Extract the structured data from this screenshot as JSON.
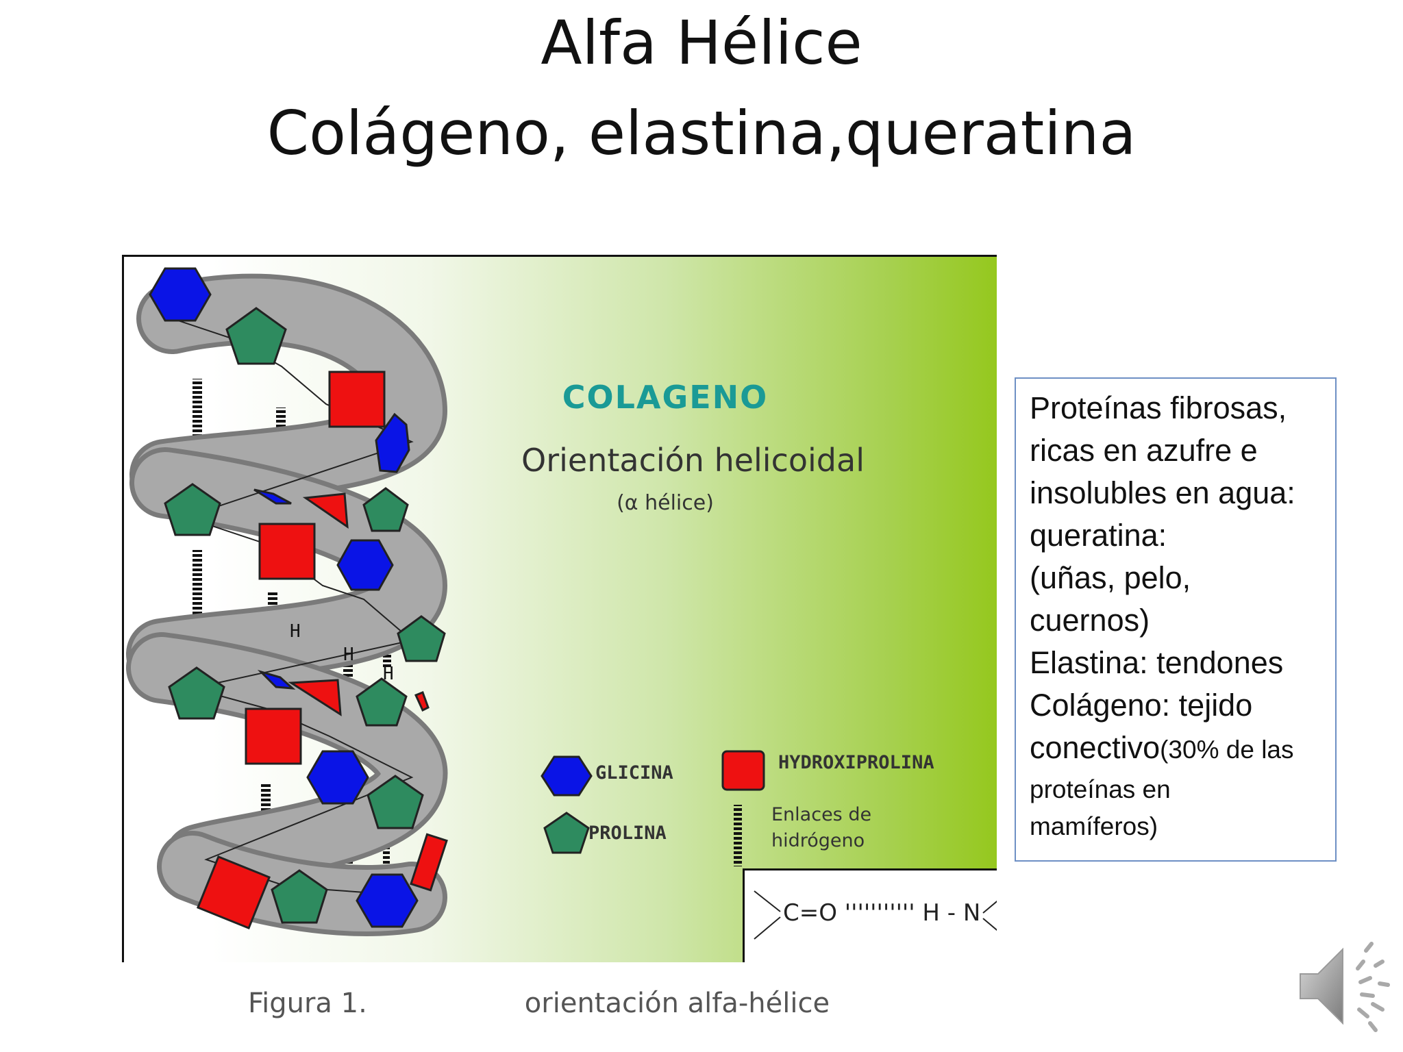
{
  "slide": {
    "title_line1": "Alfa Hélice",
    "title_line2": "Colágeno, elastina,queratina"
  },
  "figure": {
    "heading": "COLAGENO",
    "orientation": "Orientación helicoidal",
    "alpha": "(α hélice)",
    "legend": {
      "glicina": "GLICINA",
      "prolina": "PROLINA",
      "hydroxiprolina": "HYDROXIPROLINA",
      "enlaces_line1": "Enlaces de",
      "enlaces_line2": "hidrógeno"
    },
    "formula": "C=O ''''''''''' H - N",
    "h_labels": [
      "H",
      "H",
      "H"
    ],
    "caption_left": "Figura 1.",
    "caption_right": "orientación alfa-hélice",
    "colors": {
      "glicina": "#0a14e6",
      "prolina": "#2e8b5f",
      "hydroxiprolina": "#ee1111",
      "ribbon": "#a9a9a9",
      "heading": "#1a9a96"
    }
  },
  "info_box": {
    "line1": "Proteínas fibrosas,",
    "line2": "ricas en azufre e",
    "line3": "insolubles en agua:",
    "line4": "queratina:",
    "line5": "(uñas, pelo,",
    "line6": "cuernos)",
    "line7": "Elastina: tendones",
    "line8": "Colágeno: tejido",
    "line9_main": "conectivo",
    "line9_small": "(30% de las",
    "line10": "proteínas en",
    "line11": "mamíferos)"
  },
  "icons": {
    "speaker": "speaker-volume-icon"
  }
}
